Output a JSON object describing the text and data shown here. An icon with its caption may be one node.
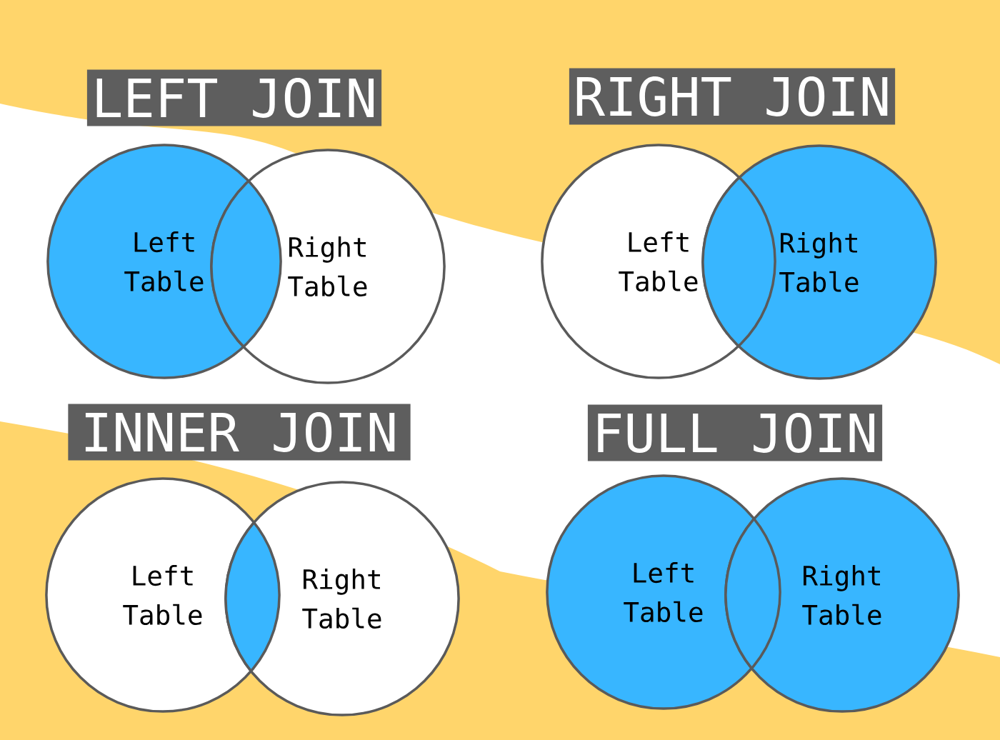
{
  "diagram": {
    "nodes": [
      {
        "text": [
          "LEFT JOIN"
        ]
      },
      {
        "text": [
          "Left Table"
        ]
      },
      {
        "text": [
          "Right Table"
        ]
      },
      {
        "text": [
          "RIGHT JOIN"
        ]
      },
      {
        "text": [
          "Left Table"
        ]
      },
      {
        "text": [
          "Right Table"
        ]
      },
      {
        "text": [
          "INNER JOIN"
        ]
      },
      {
        "text": [
          "Left Table"
        ]
      },
      {
        "text": [
          "Right Table"
        ]
      },
      {
        "text": [
          "FULL JOIN"
        ]
      },
      {
        "text": [
          "Left Table"
        ]
      },
      {
        "text": [
          "Right Table"
        ]
      }
    ]
  }
}
